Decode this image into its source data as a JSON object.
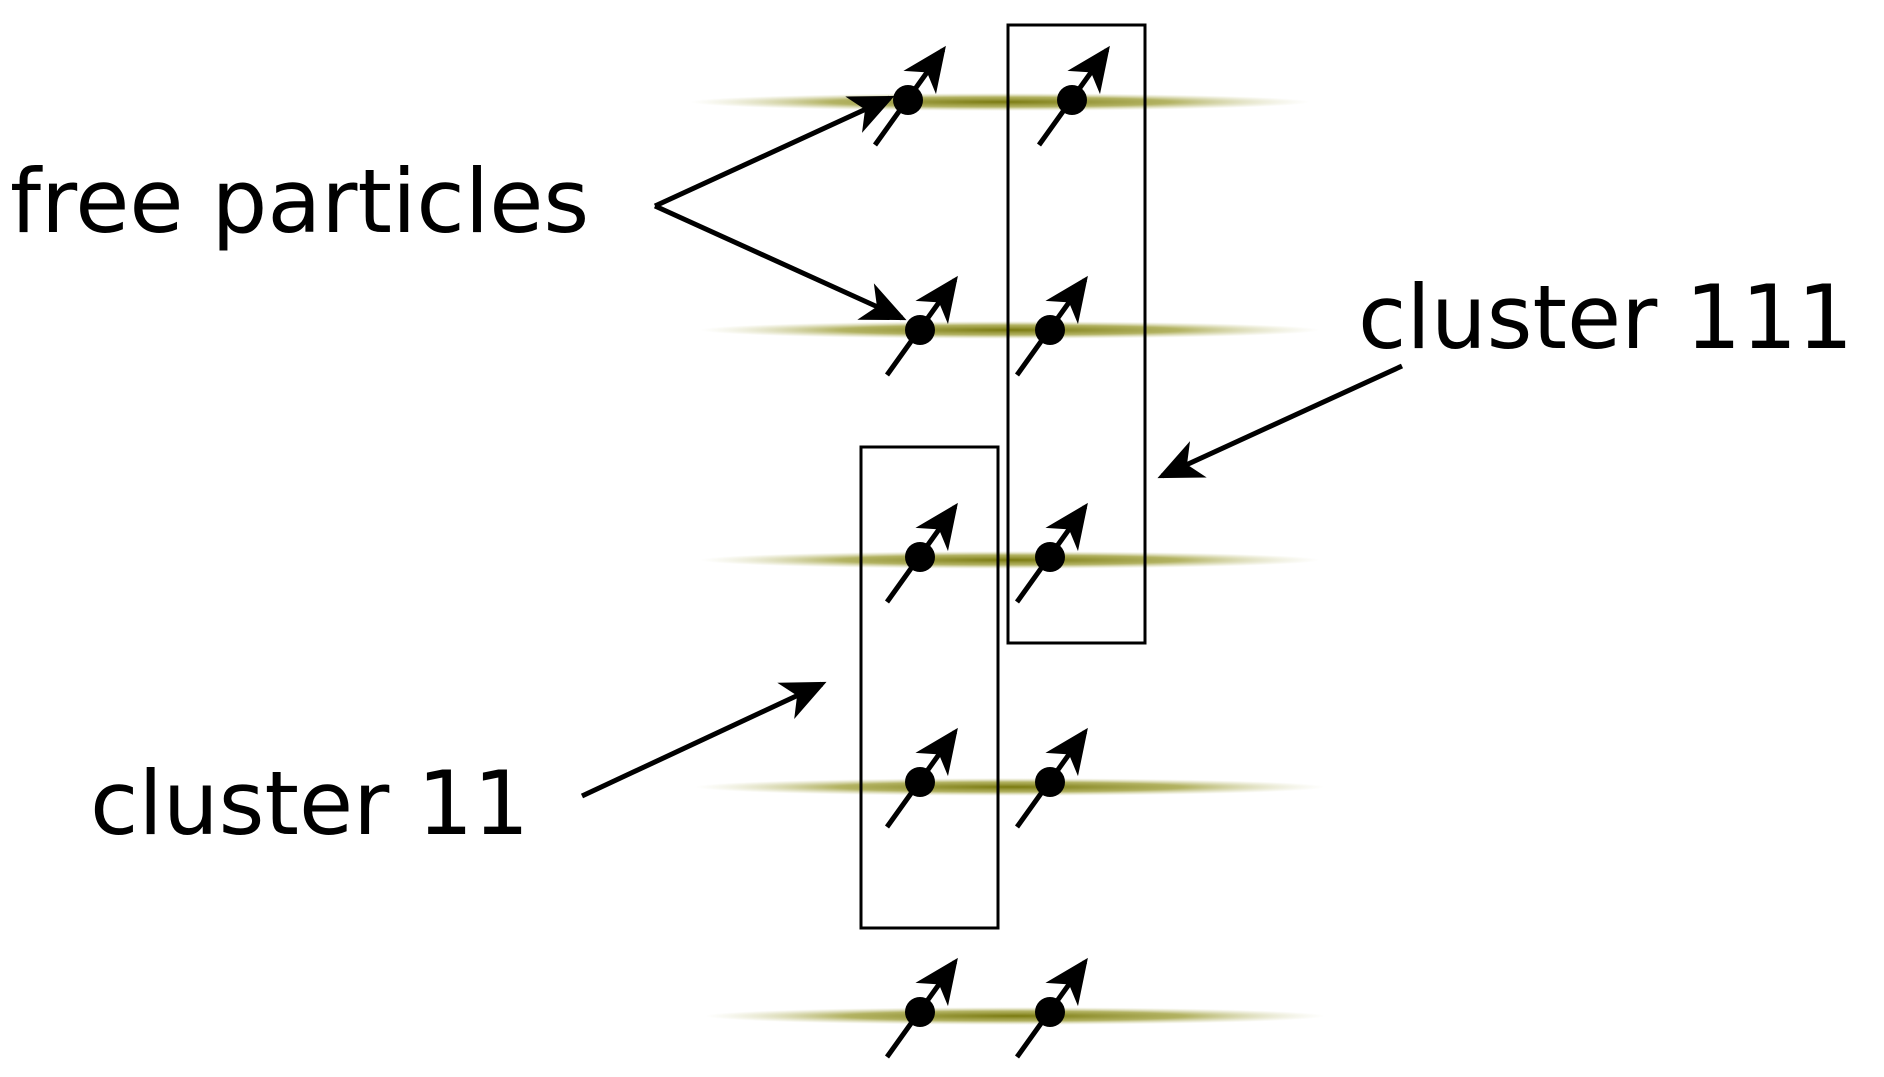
{
  "labels": {
    "free_particles": "free particles",
    "cluster_111": "cluster 111",
    "cluster_11": "cluster 11"
  },
  "colors": {
    "ink": "#000000",
    "level": "#8a8a1a",
    "background": "#ffffff"
  }
}
